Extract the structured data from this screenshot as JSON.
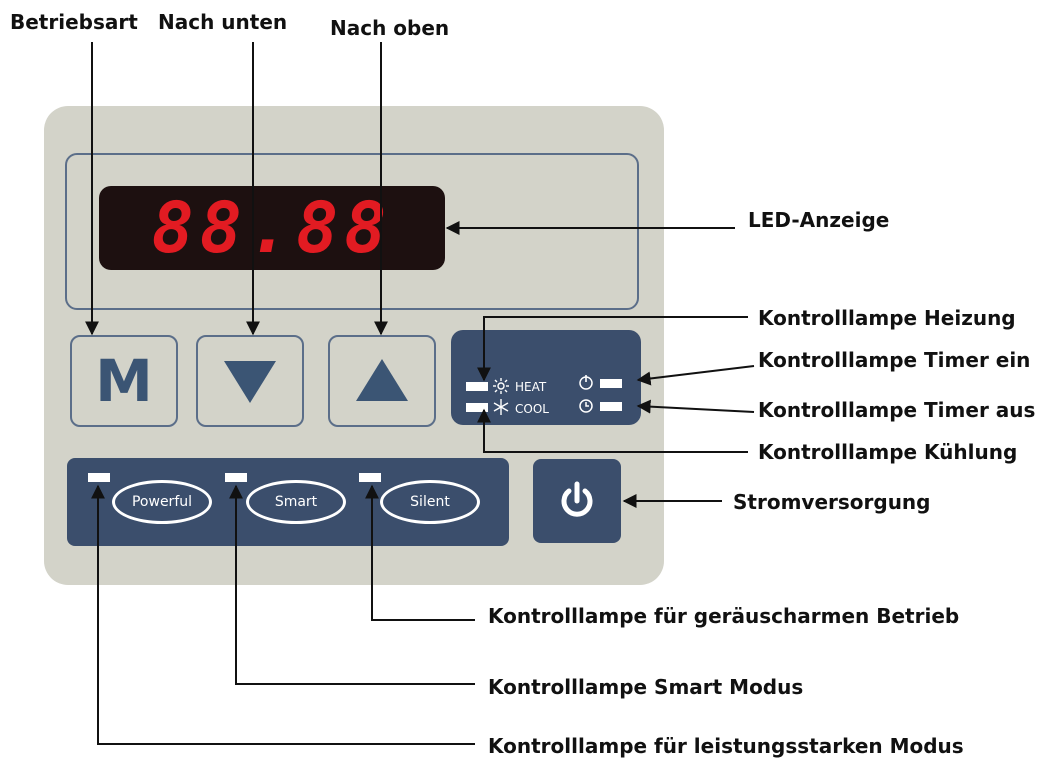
{
  "labels": {
    "mode": "Betriebsart",
    "down": "Nach unten",
    "up": "Nach oben",
    "led_display": "LED-Anzeige",
    "heat_lamp": "Kontrolllampe Heizung",
    "timer_on_lamp": "Kontrolllampe Timer ein",
    "timer_off_lamp": "Kontrolllampe Timer aus",
    "cool_lamp": "Kontrolllampe Kühlung",
    "power_supply": "Stromversorgung",
    "silent_lamp": "Kontrolllampe für geräuscharmen Betrieb",
    "smart_lamp": "Kontrolllampe Smart Modus",
    "powerful_lamp": "Kontrolllampe für leistungsstarken Modus"
  },
  "panel": {
    "led_text": "88.88",
    "key_m": "M",
    "heat_text": "HEAT",
    "cool_text": "COOL",
    "powerful": "Powerful",
    "smart": "Smart",
    "silent": "Silent"
  },
  "icons": {
    "down": "triangle-down-icon",
    "up": "triangle-up-icon",
    "heat": "sun-icon",
    "cool": "snowflake-icon",
    "timer_on": "clock-on-icon",
    "timer_off": "clock-off-icon",
    "power": "power-icon"
  },
  "colors": {
    "panel": "#d3d3c9",
    "navy": "#3b4e6c",
    "key_glyph": "#3b5574",
    "led_bg": "#1d1010",
    "led_digits": "#e21b22"
  }
}
